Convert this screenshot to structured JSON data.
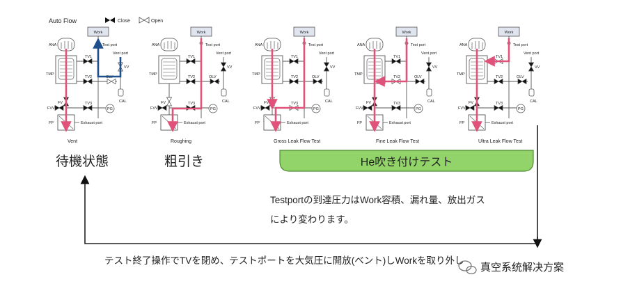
{
  "header": {
    "title": "Auto Flow",
    "legend_close": "Close",
    "legend_open": "Open"
  },
  "labels": {
    "work": "Work",
    "test_port": "Test port",
    "vent_port": "Vent port",
    "ana": "ANA",
    "tmp": "TMP",
    "tv1": "TV1",
    "tv2": "TV2",
    "tv3": "TV3",
    "olv": "OLV",
    "vv": "VV",
    "cal": "CAL",
    "fv": "FV",
    "fvv": "FVV",
    "pg": "PG",
    "fp": "FP",
    "exhaust_port": "Exhaust port"
  },
  "panels": [
    {
      "caption": "Vent",
      "flow_color": "#1f4e8c"
    },
    {
      "caption": "Roughing",
      "flow_color": "#e05279"
    },
    {
      "caption": "Gross Leak Flow Test",
      "flow_color": "#e05279"
    },
    {
      "caption": "Fine Leak Flow Test",
      "flow_color": "#e05279"
    },
    {
      "caption": "Ultra Leak Flow Test",
      "flow_color": "#e05279"
    }
  ],
  "big_labels": {
    "standby": "待機状態",
    "roughing": "粗引き",
    "he_test": "He吹き付けテスト"
  },
  "notes": {
    "line1": "Testportの到達圧力はWork容積、漏れ量、放出ガス",
    "line2": "により変わります。",
    "footer": "テスト終了操作でTVを閉め、テストポートを大気圧に開放(ベント)しWorkを取り外し"
  },
  "watermark": "真空系统解决方案",
  "colors": {
    "pink_flow": "#e05279",
    "blue_flow": "#1f4e8c",
    "green_box_fill": "#92d46a",
    "green_box_stroke": "#4e8a34",
    "line": "#555555"
  }
}
